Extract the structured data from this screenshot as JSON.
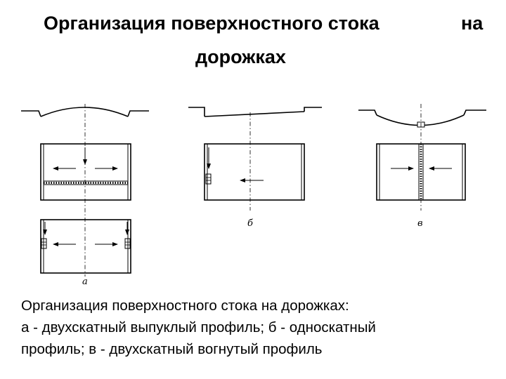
{
  "title": {
    "line1_part1": "Организация поверхностного стока",
    "line1_part2": "на",
    "line2": "дорожках"
  },
  "figures": {
    "a": {
      "label": "а"
    },
    "b": {
      "label": "б"
    },
    "v": {
      "label": "в"
    }
  },
  "caption": {
    "line1": "Организация поверхностного стока на дорожках:",
    "line2": "а - двухскатный выпуклый профиль; б - односкатный",
    "line3": "профиль; в - двухскатный вогнутый  профиль"
  }
}
